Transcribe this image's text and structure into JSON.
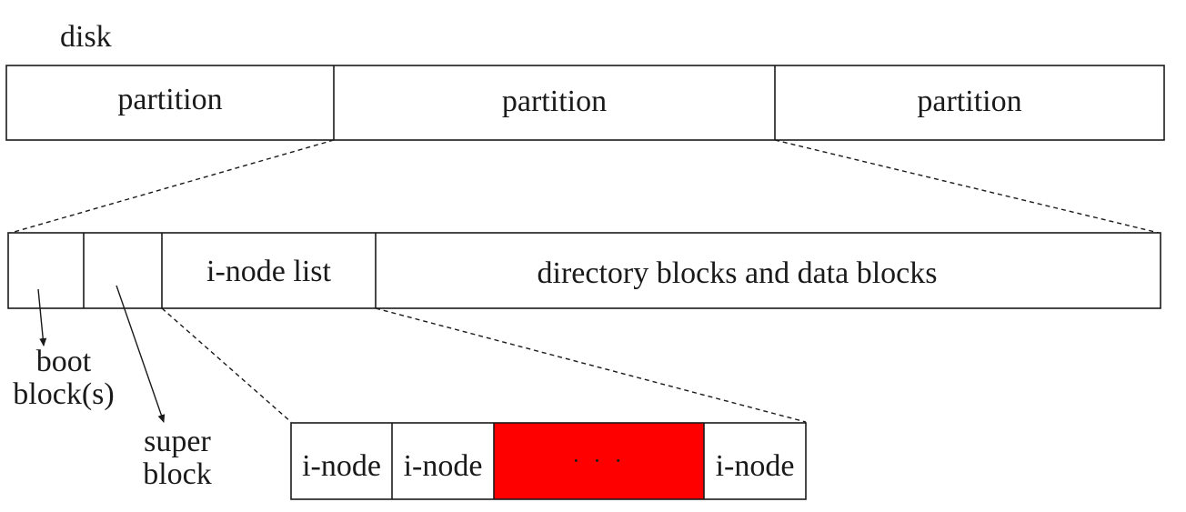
{
  "disk": {
    "label": "disk",
    "partitions": [
      "partition",
      "partition",
      "partition"
    ]
  },
  "partition_detail": {
    "boot_block": "",
    "super_block": "",
    "inode_list": "i-node list",
    "data_area": "directory blocks and data blocks"
  },
  "callouts": {
    "boot_line1": "boot",
    "boot_line2": "block(s)",
    "super_line1": "super",
    "super_line2": "block"
  },
  "inode_list_detail": {
    "cells": [
      "i-node",
      "i-node",
      "· · ·",
      "i-node"
    ],
    "highlight_color": "#ff0000"
  }
}
